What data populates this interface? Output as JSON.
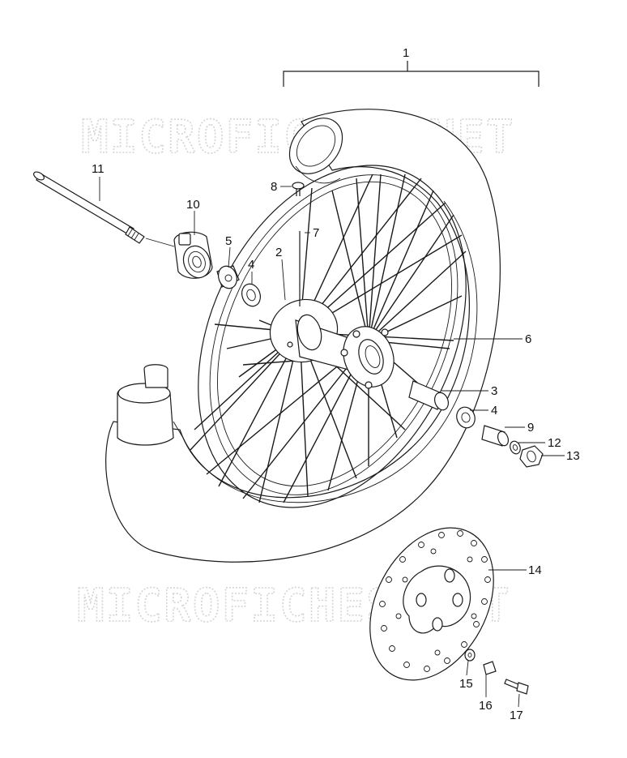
{
  "watermark": {
    "top_text": "MICROFICHES.NET",
    "bottom_text": "MICROFICHES.NET"
  },
  "callouts": {
    "c1": "1",
    "c2": "2",
    "c3": "3",
    "c4a": "4",
    "c4b": "4",
    "c5": "5",
    "c6": "6",
    "c7": "7",
    "c8": "8",
    "c9": "9",
    "c10": "10",
    "c11": "11",
    "c12": "12",
    "c13": "13",
    "c14": "14",
    "c15": "15",
    "c16": "16",
    "c17": "17"
  },
  "colors": {
    "line": "#1a1a1a",
    "watermark": "#d4d4d4",
    "background": "#ffffff"
  }
}
